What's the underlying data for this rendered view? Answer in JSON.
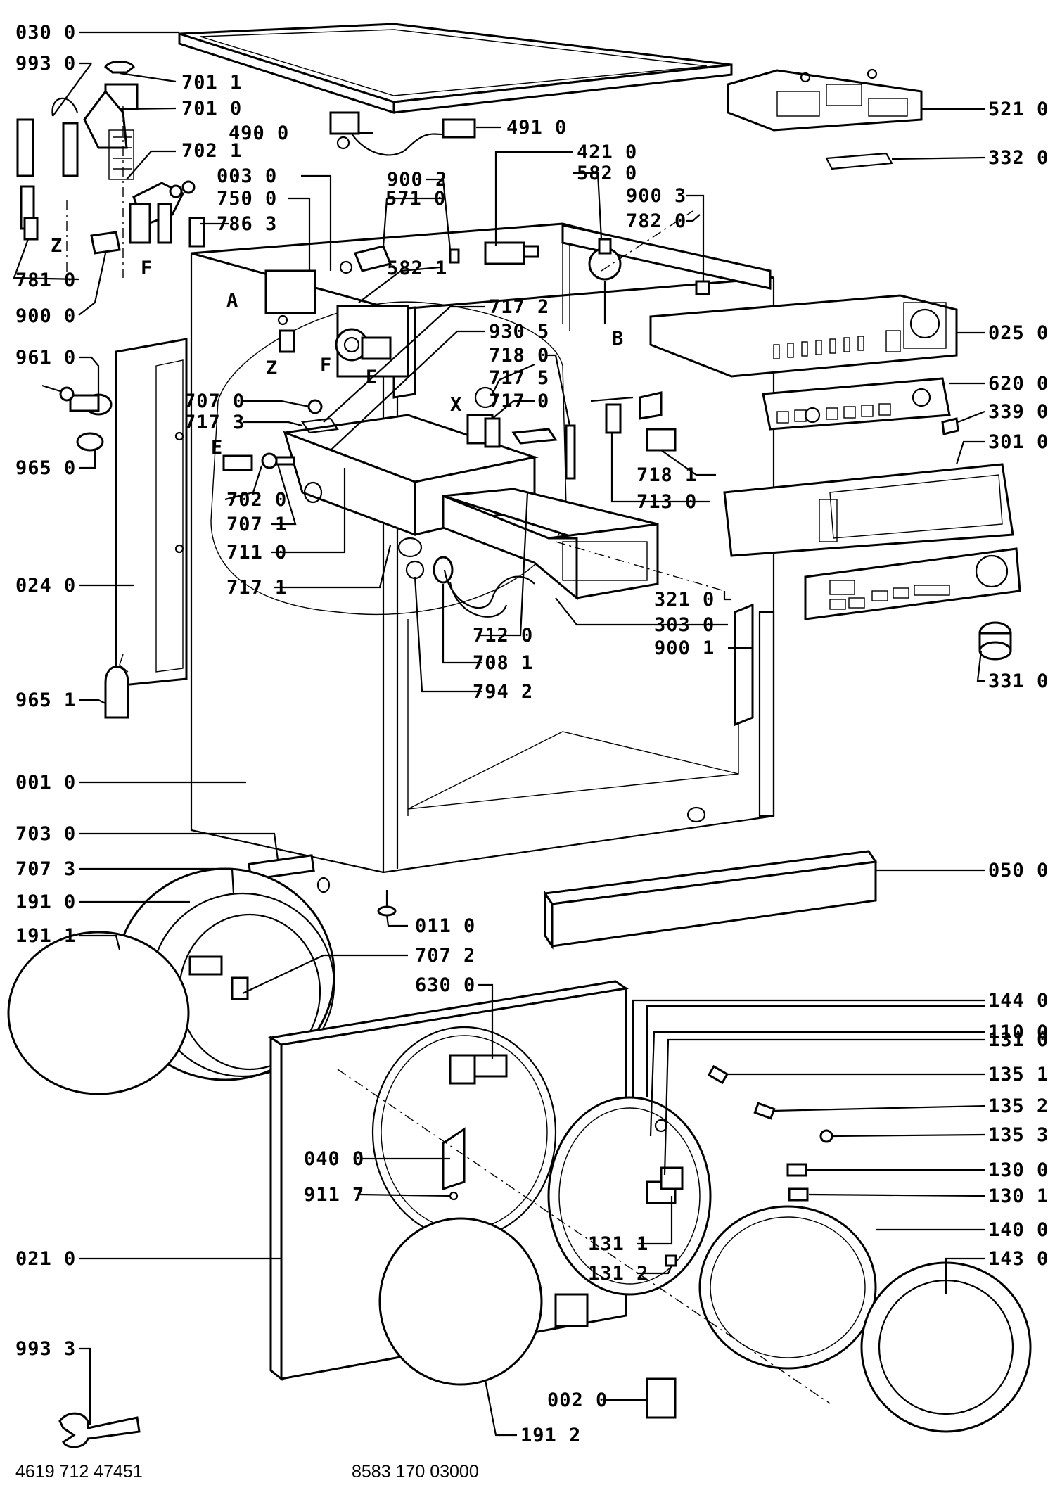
{
  "diagram": {
    "callouts": [
      {
        "id": "0300",
        "text": "030 0"
      },
      {
        "id": "9930",
        "text": "993 0"
      },
      {
        "id": "7011",
        "text": "701 1"
      },
      {
        "id": "7010",
        "text": "701 0"
      },
      {
        "id": "4900",
        "text": "490 0"
      },
      {
        "id": "7021",
        "text": "702 1"
      },
      {
        "id": "0030",
        "text": "003 0"
      },
      {
        "id": "7500",
        "text": "750 0"
      },
      {
        "id": "7863",
        "text": "786 3"
      },
      {
        "id": "7810",
        "text": "781 0"
      },
      {
        "id": "9000",
        "text": "900 0"
      },
      {
        "id": "9610",
        "text": "961 0"
      },
      {
        "id": "9650",
        "text": "965 0"
      },
      {
        "id": "0240",
        "text": "024 0"
      },
      {
        "id": "9651",
        "text": "965 1"
      },
      {
        "id": "0010",
        "text": "001 0"
      },
      {
        "id": "7030",
        "text": "703 0"
      },
      {
        "id": "7073",
        "text": "707 3"
      },
      {
        "id": "1910",
        "text": "191 0"
      },
      {
        "id": "1911",
        "text": "191 1"
      },
      {
        "id": "0210",
        "text": "021 0"
      },
      {
        "id": "9933",
        "text": "993 3"
      },
      {
        "id": "9002",
        "text": "900 2"
      },
      {
        "id": "5710",
        "text": "571 0"
      },
      {
        "id": "5821",
        "text": "582 1"
      },
      {
        "id": "7172",
        "text": "717 2"
      },
      {
        "id": "9305",
        "text": "930 5"
      },
      {
        "id": "7180",
        "text": "718 0"
      },
      {
        "id": "7175",
        "text": "717 5"
      },
      {
        "id": "7170",
        "text": "717 0"
      },
      {
        "id": "7070",
        "text": "707 0"
      },
      {
        "id": "7173",
        "text": "717 3"
      },
      {
        "id": "7020",
        "text": "702 0"
      },
      {
        "id": "7071",
        "text": "707 1"
      },
      {
        "id": "7110",
        "text": "711 0"
      },
      {
        "id": "7171",
        "text": "717 1"
      },
      {
        "id": "7120",
        "text": "712 0"
      },
      {
        "id": "7081",
        "text": "708 1"
      },
      {
        "id": "7942",
        "text": "794 2"
      },
      {
        "id": "0110",
        "text": "011 0"
      },
      {
        "id": "7072",
        "text": "707 2"
      },
      {
        "id": "6300",
        "text": "630 0"
      },
      {
        "id": "0400",
        "text": "040 0"
      },
      {
        "id": "9117",
        "text": "911 7"
      },
      {
        "id": "4910",
        "text": "491 0"
      },
      {
        "id": "4210",
        "text": "421 0"
      },
      {
        "id": "5820",
        "text": "582 0"
      },
      {
        "id": "9003",
        "text": "900 3"
      },
      {
        "id": "7820",
        "text": "782 0"
      },
      {
        "id": "5210",
        "text": "521 0"
      },
      {
        "id": "3320",
        "text": "332 0"
      },
      {
        "id": "0250",
        "text": "025 0"
      },
      {
        "id": "6200",
        "text": "620 0"
      },
      {
        "id": "3390",
        "text": "339 0"
      },
      {
        "id": "3010",
        "text": "301 0"
      },
      {
        "id": "7181",
        "text": "718 1"
      },
      {
        "id": "7130",
        "text": "713 0"
      },
      {
        "id": "3210",
        "text": "321 0"
      },
      {
        "id": "3030",
        "text": "303 0"
      },
      {
        "id": "9001",
        "text": "900 1"
      },
      {
        "id": "3310",
        "text": "331 0"
      },
      {
        "id": "0500",
        "text": "050 0"
      },
      {
        "id": "1440",
        "text": "144 0"
      },
      {
        "id": "1100",
        "text": "110 0"
      },
      {
        "id": "1310",
        "text": "131 0"
      },
      {
        "id": "1351",
        "text": "135 1"
      },
      {
        "id": "1352",
        "text": "135 2"
      },
      {
        "id": "1353",
        "text": "135 3"
      },
      {
        "id": "1300",
        "text": "130 0"
      },
      {
        "id": "1301",
        "text": "130 1"
      },
      {
        "id": "1400",
        "text": "140 0"
      },
      {
        "id": "1430",
        "text": "143 0"
      },
      {
        "id": "1311",
        "text": "131 1"
      },
      {
        "id": "1312",
        "text": "131 2"
      },
      {
        "id": "0020",
        "text": "002 0"
      },
      {
        "id": "1912",
        "text": "191 2"
      }
    ],
    "letters": [
      {
        "id": "A",
        "text": "A"
      },
      {
        "id": "Z1",
        "text": "Z"
      },
      {
        "id": "F1",
        "text": "F"
      },
      {
        "id": "Z2",
        "text": "Z"
      },
      {
        "id": "F2",
        "text": "F"
      },
      {
        "id": "E1",
        "text": "E"
      },
      {
        "id": "E2",
        "text": "E"
      },
      {
        "id": "X",
        "text": "X"
      },
      {
        "id": "B",
        "text": "B"
      }
    ],
    "footer": {
      "left_code": "4619 712 47451",
      "center_code": "8583 170 03000"
    }
  }
}
